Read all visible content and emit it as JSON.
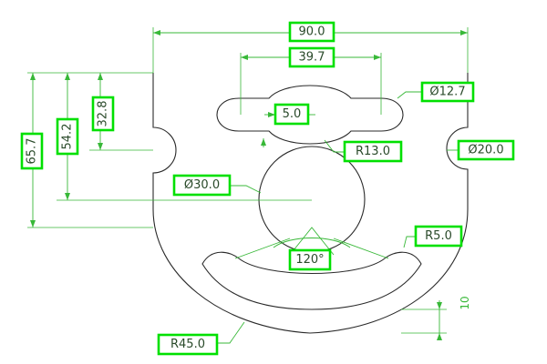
{
  "drawing": {
    "title": "",
    "dimensions": [
      {
        "id": "width_overall",
        "text": "90.0"
      },
      {
        "id": "slot_span",
        "text": "39.7"
      },
      {
        "id": "slot_dia",
        "text": "Ø12.7"
      },
      {
        "id": "height_top",
        "text": "32.8"
      },
      {
        "id": "height_mid",
        "text": "54.2"
      },
      {
        "id": "height_full",
        "text": "65.7"
      },
      {
        "id": "center_gap",
        "text": "5.0"
      },
      {
        "id": "hub_radius",
        "text": "R13.0"
      },
      {
        "id": "side_notch_dia",
        "text": "Ø20.0"
      },
      {
        "id": "center_hole_dia",
        "text": "Ø30.0"
      },
      {
        "id": "arc_slot_radius",
        "text": "R5.0"
      },
      {
        "id": "arc_angle",
        "text": "120°"
      },
      {
        "id": "bottom_thickness",
        "text": "10"
      },
      {
        "id": "outer_radius",
        "text": "R45.0"
      }
    ],
    "colors": {
      "part_outline": "#2a2a2a",
      "dimension_lines": "#38b838",
      "label_border": "#00e000"
    }
  }
}
